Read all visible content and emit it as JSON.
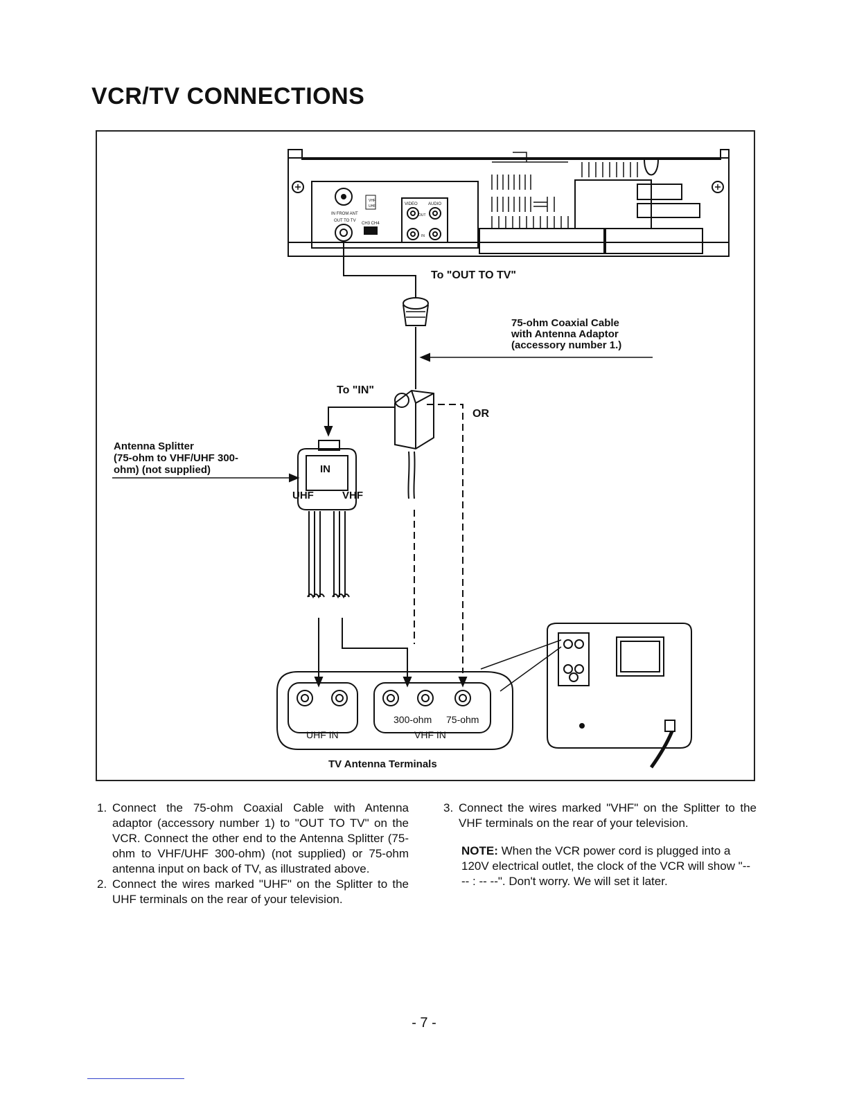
{
  "title": "VCR/TV CONNECTIONS",
  "diagram": {
    "vcr_labels": {
      "in_from_ant": "IN FROM ANT",
      "out_to_tv": "OUT TO TV",
      "vhf": "VHF",
      "uhf": "UHF",
      "ch3_ch4": "CH3  CH4",
      "video": "VIDEO",
      "audio": "AUDIO",
      "out": "OUT",
      "in": "IN"
    },
    "label_to_out_to_tv": "To \"OUT TO TV\"",
    "cable_label": [
      "75-ohm Coaxial Cable",
      "with Antenna Adaptor",
      "(accessory number 1.)"
    ],
    "label_to_in": "To \"IN\"",
    "label_or": "OR",
    "splitter_label": [
      "Antenna Splitter",
      "(75-ohm to VHF/UHF 300-",
      "ohm) (not supplied)"
    ],
    "splitter_in": "IN",
    "splitter_uhf": "UHF",
    "splitter_vhf": "VHF",
    "terminal_300": "300-ohm",
    "terminal_75": "75-ohm",
    "uhf_in": "UHF IN",
    "vhf_in": "VHF IN",
    "terminals_caption": "TV Antenna Terminals"
  },
  "instructions": {
    "left": [
      {
        "num": "1.",
        "text": "Connect the 75-ohm Coaxial Cable with Antenna adaptor (accessory number 1) to \"OUT TO TV\" on the VCR. Connect the other end to the Antenna Splitter (75-ohm to VHF/UHF 300-ohm) (not supplied) or 75-ohm antenna input on back of TV, as illustrated above."
      },
      {
        "num": "2.",
        "text": "Connect the wires marked \"UHF\" on the Splitter to the UHF terminals on the rear of your television."
      }
    ],
    "right": [
      {
        "num": "3.",
        "text": "Connect the wires marked \"VHF\" on the Splitter to the VHF terminals on the rear of your television."
      }
    ],
    "note_label": "NOTE:",
    "note_text": " When the VCR power cord is plugged into a 120V electrical outlet, the clock of the VCR will show \"-- -- : -- --\". Don't worry. We will set it later."
  },
  "page_number": "- 7 -"
}
